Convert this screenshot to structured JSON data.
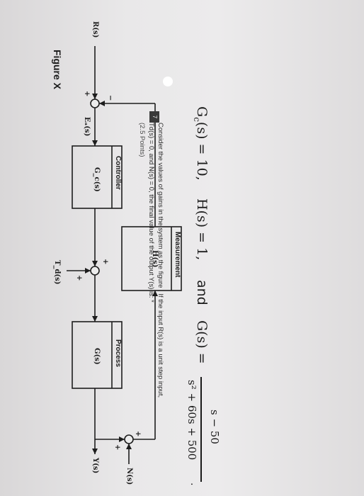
{
  "figure": {
    "title": "Figure X",
    "labels": {
      "input": "R(s)",
      "error": "Eₐ(s)",
      "disturbance": "T_d(s)",
      "output": "Y(s)",
      "noise": "N(s)",
      "plus": "+",
      "minus": "−"
    },
    "blocks": {
      "controller": {
        "title": "Controller",
        "tf": "G_c(s)"
      },
      "process": {
        "title": "Process",
        "tf": "G(s)"
      },
      "measurement": {
        "title": "Measurement",
        "tf": "H(s)"
      }
    }
  },
  "question": {
    "number": "7",
    "line1": "Consider the values of gains in the system as the figure , If the input R(s) is a unit step input,",
    "line2": "Td(s) = 0, and N(s) = 0, the final value of the output Y(s) is: *",
    "points": "(2.5 Points)"
  },
  "gains": {
    "gc": "G",
    "gc_sub": "c",
    "gc_rest": "(s) = 10,",
    "h": "H(s) = 1,",
    "and": "and",
    "g": "G(s) =",
    "num": "s − 50",
    "den": "s² + 60s + 500",
    "tail": "."
  }
}
